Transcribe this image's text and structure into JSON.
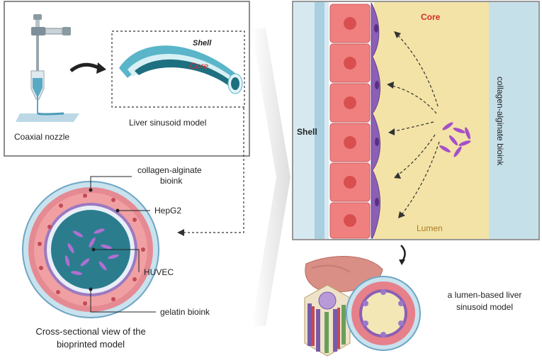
{
  "panel_a": {
    "nozzle_label": "Coaxial nozzle",
    "model_label": "Liver sinusoid model",
    "shell_label": "Shell",
    "core_label": "Core"
  },
  "cross_section": {
    "callout_outer": "collagen-alginate",
    "callout_outer_2": "bioink",
    "callout_hepg2": "HepG2",
    "callout_huvec": "HUVEC",
    "callout_gelatin": "gelatin bioink",
    "caption_line1": "Cross-sectional view of the",
    "caption_line2": "bioprinted model"
  },
  "detail": {
    "core_label": "Core",
    "shell_label": "Shell",
    "lumen_label": "Lumen",
    "bioink_label": "collagen-alginate bioink"
  },
  "liver": {
    "caption_line1": "a lumen-based liver",
    "caption_line2": "sinusoid model"
  },
  "colors": {
    "hepatocyte": "#f08080",
    "nucleus": "#d94f4f",
    "endothelial": "#8b5fb5",
    "core_fill": "#f3e3a6",
    "shell_fill": "#c6e0ea",
    "teal": "#2f8ea0"
  }
}
